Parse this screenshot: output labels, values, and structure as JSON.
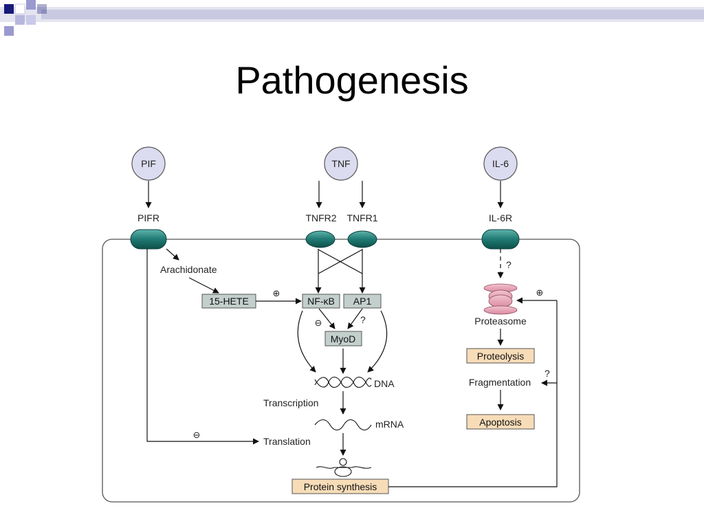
{
  "slide": {
    "title": "Pathogenesis"
  },
  "diagram": {
    "ligands": {
      "pif": "PIF",
      "tnf": "TNF",
      "il6": "IL-6"
    },
    "receptors": {
      "pifr": "PIFR",
      "tnfr2": "TNFR2",
      "tnfr1": "TNFR1",
      "il6r": "IL-6R"
    },
    "nodes": {
      "arachidonate": "Arachidonate",
      "hete": "15-HETE",
      "nfkb": "NF-κB",
      "ap1": "AP1",
      "myod": "MyoD",
      "dna": "DNA",
      "transcription": "Transcription",
      "mrna": "mRNA",
      "translation": "Translation",
      "protein_synthesis": "Protein synthesis",
      "proteasome": "Proteasome",
      "proteolysis": "Proteolysis",
      "fragmentation": "Fragmentation",
      "apoptosis": "Apoptosis"
    },
    "symbols": {
      "plus": "⊕",
      "minus": "⊖",
      "question": "?"
    },
    "colors": {
      "receptor": "#1f7a73",
      "ligand_fill": "#dcdcf0",
      "gray_box": "#c3cfcc",
      "tan_box": "#f7dcb8",
      "proteasome": "#e8a4b4"
    }
  }
}
